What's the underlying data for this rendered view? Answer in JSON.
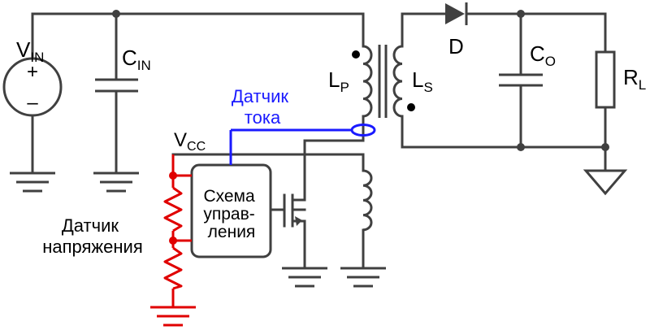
{
  "labels": {
    "vin": {
      "main": "V",
      "sub": "IN"
    },
    "cin": {
      "main": "C",
      "sub": "IN"
    },
    "lp": {
      "main": "L",
      "sub": "P"
    },
    "ls": {
      "main": "L",
      "sub": "S"
    },
    "d": "D",
    "co": {
      "main": "C",
      "sub": "O"
    },
    "rl": {
      "main": "R",
      "sub": "L"
    },
    "vcc": {
      "main": "V",
      "sub": "CC"
    },
    "current_sensor": [
      "Датчик",
      "тока"
    ],
    "voltage_sensor": [
      "Датчик",
      "напряжения"
    ],
    "control_block": [
      "Схема",
      "управ-",
      "ления"
    ],
    "plus": "+",
    "minus": "–"
  },
  "colors": {
    "wire": "#404040",
    "current_sense": "#1a1aff",
    "voltage_sense": "#e00000",
    "text_blue": "#1a1aff"
  }
}
